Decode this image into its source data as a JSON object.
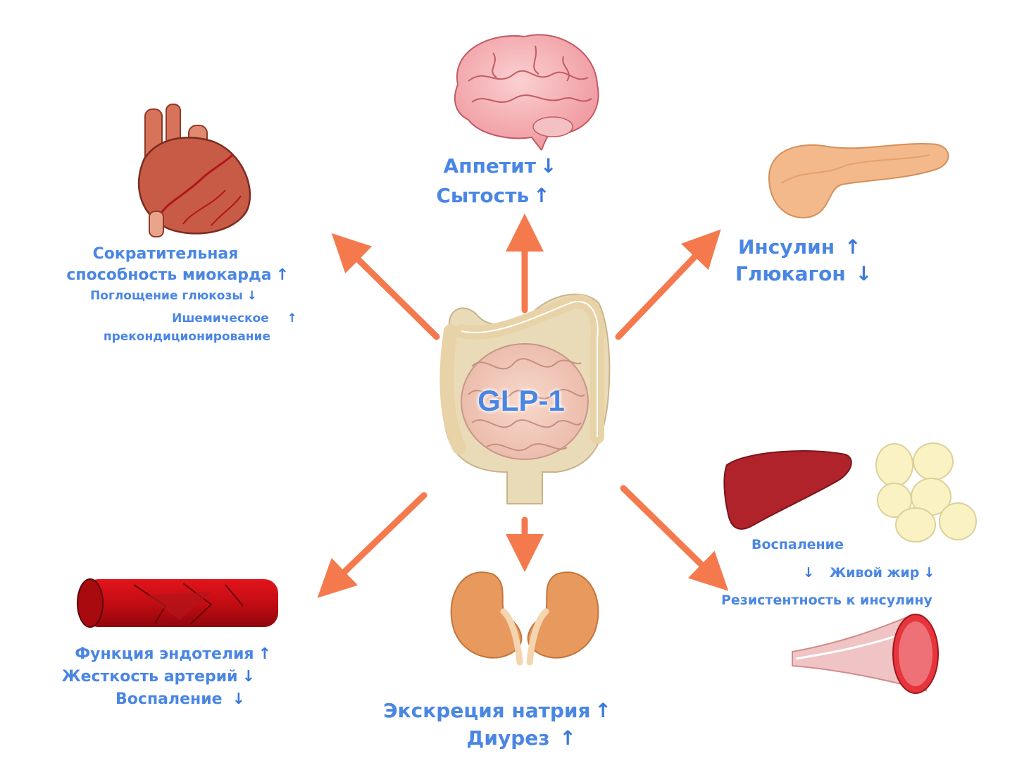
{
  "center": {
    "label": "GLP-1"
  },
  "arrow_color": "#f47a4e",
  "label_color": "#4a86e4",
  "arrows": {
    "up": "↑",
    "down": "↓"
  },
  "brain": {
    "icon": "brain-icon",
    "items": [
      {
        "text": "Аппетит",
        "dir": "down"
      },
      {
        "text": "Сытость",
        "dir": "up"
      }
    ]
  },
  "heart": {
    "icon": "heart-icon",
    "line1": "Сократительная",
    "items": [
      {
        "text": "способность миокарда",
        "dir": "up"
      },
      {
        "text": "Поглощение глюкозы",
        "dir": "down"
      },
      {
        "text": "Ишемическое",
        "dir": "up"
      },
      {
        "text": "прекондиционирование"
      }
    ]
  },
  "pancreas": {
    "icon": "pancreas-icon",
    "items": [
      {
        "text": "Инсулин",
        "dir": "up"
      },
      {
        "text": "Глюкагон",
        "dir": "down"
      }
    ]
  },
  "vessel": {
    "icon": "blood-vessel-icon",
    "items": [
      {
        "text": "Функция эндотелия",
        "dir": "up"
      },
      {
        "text": "Жесткость артерий",
        "dir": "down"
      },
      {
        "text": "Воспаление",
        "dir": "down"
      }
    ]
  },
  "kidney": {
    "icon": "kidney-icon",
    "items": [
      {
        "text": "Экскреция натрия",
        "dir": "up"
      },
      {
        "text": "Диурез",
        "dir": "up"
      }
    ]
  },
  "liver_fat_muscle": {
    "icons": [
      "liver-icon",
      "fat-cells-icon",
      "muscle-icon"
    ],
    "items": [
      {
        "text": "Воспаление"
      },
      {
        "text": "Живой жир",
        "dir": "down"
      },
      {
        "text": "Резистентность к инсулину"
      }
    ],
    "extra_arrow_dir": "down"
  }
}
